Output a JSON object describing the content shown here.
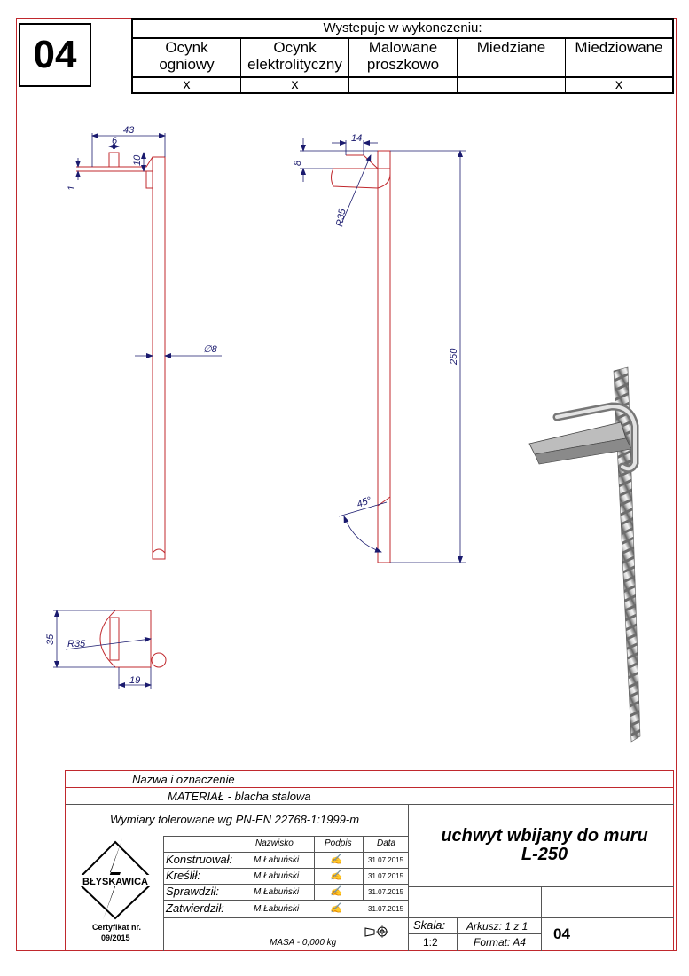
{
  "sheet_number": "04",
  "finishes": {
    "header": "Wystepuje w wykonczeniu:",
    "columns": [
      {
        "name_line1": "Ocynk",
        "name_line2": "ogniowy",
        "mark": "x"
      },
      {
        "name_line1": "Ocynk",
        "name_line2": "elektrolityczny",
        "mark": "x"
      },
      {
        "name_line1": "Malowane",
        "name_line2": "proszkowo",
        "mark": ""
      },
      {
        "name_line1": "Miedziane",
        "name_line2": "",
        "mark": ""
      },
      {
        "name_line1": "Miedziowane",
        "name_line2": "",
        "mark": "x"
      }
    ]
  },
  "dimensions": {
    "view1": {
      "d43": "43",
      "d6": "6",
      "d10": "10",
      "d1": "1",
      "d8": "∅8"
    },
    "view2": {
      "d14": "14",
      "d8": "8",
      "r35": "R35",
      "d250": "250",
      "a45": "45°"
    },
    "view3": {
      "d35": "35",
      "r35": "R35",
      "d19": "19"
    }
  },
  "title_block": {
    "name_label": "Nazwa i oznaczenie",
    "material": "MATERIAŁ - blacha stalowa",
    "tolerance": "Wymiary tolerowane wg PN-EN 22768-1:1999-m",
    "title_line1": "uchwyt wbijany do muru",
    "title_line2": "L-250",
    "col_headers": {
      "nazwisko": "Nazwisko",
      "podpis": "Podpis",
      "data": "Data"
    },
    "roles": [
      {
        "role": "Konstruował:",
        "name": "M.Łabuński",
        "date": "31.07.2015"
      },
      {
        "role": "Kreślił:",
        "name": "M.Łabuński",
        "date": "31.07.2015"
      },
      {
        "role": "Sprawdził:",
        "name": "M.Łabuński",
        "date": "31.07.2015"
      },
      {
        "role": "Zatwierdził:",
        "name": "M.Łabuński",
        "date": "31.07.2015"
      }
    ],
    "logo_text": "BŁYSKAWICA",
    "certificate_line1": "Certyfikat nr.",
    "certificate_line2": "09/2015",
    "mass": "MASA - 0,000 kg",
    "scale_label": "Skala:",
    "scale_value": "1:2",
    "sheet_label": "Arkusz:  1 z 1",
    "format_label": "Format:  A4",
    "sheet_no": "04"
  },
  "colors": {
    "outline": "#c0282d",
    "dimension": "#1a1a6e"
  },
  "icons": [
    "projection-symbol-icon",
    "signature-icon",
    "lightning-logo-icon"
  ]
}
